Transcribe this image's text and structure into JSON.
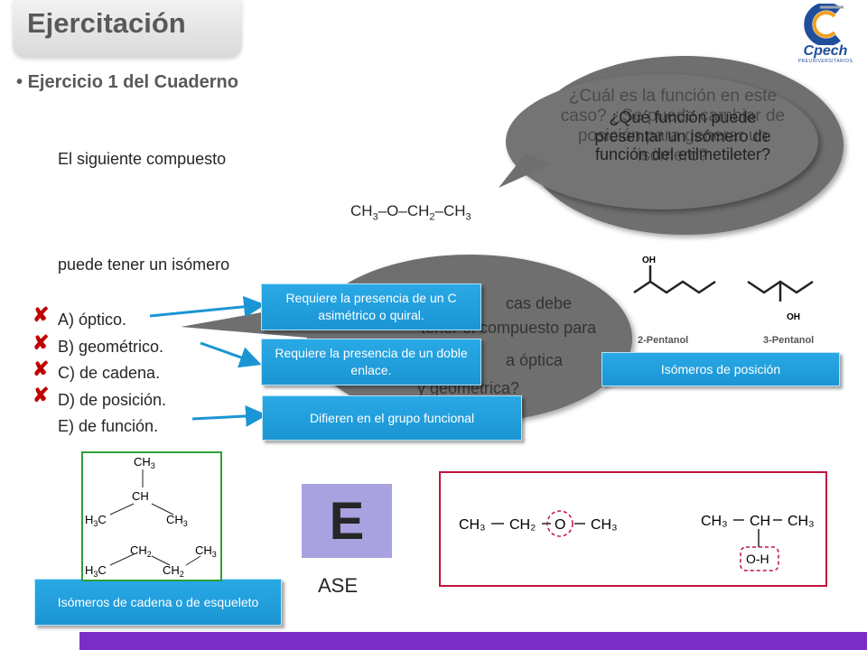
{
  "title": "Ejercitación",
  "logo": {
    "brand": "Cpech",
    "tagline": "PREUNIVERSITARIOS",
    "colors": {
      "blue": "#1f4e9a",
      "orange": "#f0a020",
      "gray": "#9aa3ad"
    }
  },
  "subtitle": "Ejercicio 1 del Cuaderno",
  "question": {
    "intro": "El siguiente compuesto",
    "formula": {
      "p1": "CH",
      "s1": "3",
      "p2": "–O–CH",
      "s2": "2",
      "p3": "–CH",
      "s3": "3"
    },
    "stem": "puede tener un isómero",
    "options": [
      {
        "label": "A) óptico.",
        "wrong": true
      },
      {
        "label": "B) geométrico.",
        "wrong": true
      },
      {
        "label": "C) de cadena.",
        "wrong": true
      },
      {
        "label": "D) de posición.",
        "wrong": true
      },
      {
        "label": "E) de función.",
        "wrong": false
      }
    ]
  },
  "bubbles": {
    "top_back": "¿Cuál es la función en este caso? ¿Se puede cambiar de posición para generar un isómero?",
    "top_front": "¿Qué función puede presentar un isómero de función del etilmetileter?",
    "middle_visible": [
      "cas debe",
      "tener el compuesto para",
      "a óptica",
      "y geométrica?"
    ]
  },
  "callouts": {
    "optico": "Requiere la presencia de un C asimétrico o quiral.",
    "geometrico": "Requiere la presencia de un doble enlace.",
    "funcion": "Difieren en el grupo funcional",
    "posicion": "Isómeros de posición",
    "cadena": "Isómeros de cadena o de esqueleto"
  },
  "pentanol": {
    "left_name": "2-Pentanol",
    "right_name": "3-Pentanol",
    "oh": "OH"
  },
  "chain_structures": {
    "ch3": "CH",
    "ch": "CH",
    "h3c": "H",
    "ch2": "CH"
  },
  "functional_pair": {
    "ether": [
      "CH₃",
      "CH₂",
      "O",
      "CH₃"
    ],
    "alcohol": [
      "CH₃",
      "CH",
      "CH₃",
      "O-H"
    ]
  },
  "answer": {
    "letter": "E",
    "note": "ASE"
  },
  "colors": {
    "callout": "#1b95d3",
    "bubble": "#6f6f6f",
    "answer_box": "#a9a2e0",
    "bar": "#7b2dc8",
    "wrong": "#c00000",
    "frame_green": "#2e9e3a",
    "frame_red": "#c0143c"
  }
}
